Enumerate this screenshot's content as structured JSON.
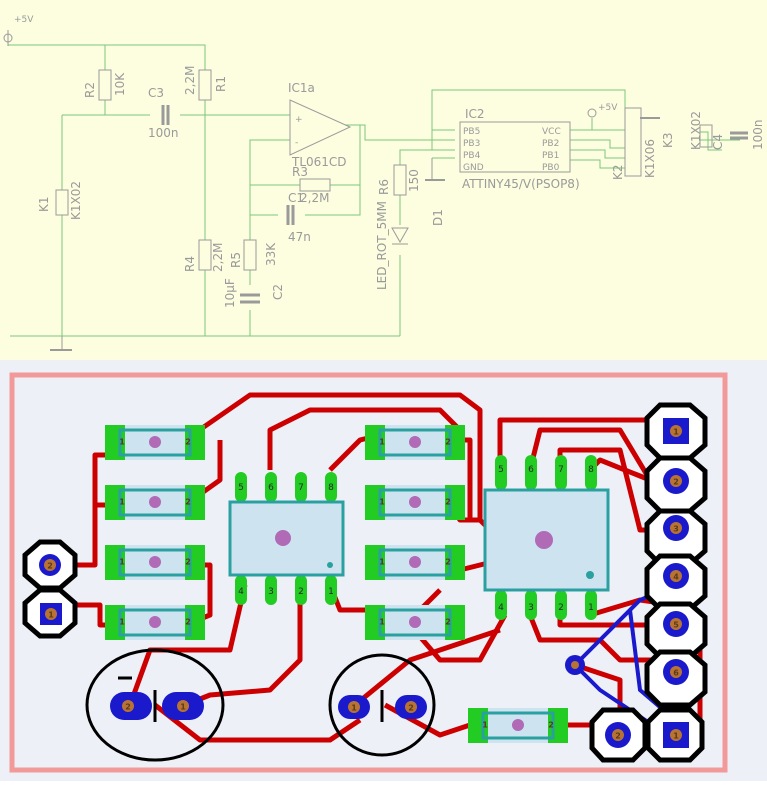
{
  "colors": {
    "schematic_bg": "#fdfde0",
    "wire": "#7ac77a",
    "part": "#9a9a9a",
    "pcb_bg": "#eef0f7",
    "board_outline": "#f29a9a",
    "trace_top": "#cc0000",
    "trace_bottom": "#1a1acc",
    "smd_pad": "#22cc22",
    "silk": "#2aa0a0",
    "pad_copper": "#b87333"
  },
  "schematic": {
    "supply": "+5V",
    "r2": {
      "name": "R2",
      "value": "10K"
    },
    "c3": {
      "name": "C3",
      "value": "100n"
    },
    "r1": {
      "name": "R1",
      "value": "2,2M"
    },
    "ic1": {
      "name": "IC1a",
      "part": "TL061CD"
    },
    "k1": {
      "name": "K1",
      "value": "K1X02"
    },
    "r3": {
      "name": "R3",
      "value": "2,2M"
    },
    "c1": {
      "name": "C1",
      "value": "47n"
    },
    "r4": {
      "name": "R4",
      "value": "2,2M"
    },
    "r5": {
      "name": "R5",
      "value": "33K"
    },
    "c2": {
      "name": "C2",
      "value": "10µF"
    },
    "r6": {
      "name": "R6",
      "value": "150"
    },
    "d1": {
      "name": "D1",
      "value": "LED_ROT_5MM"
    },
    "ic2": {
      "name": "IC2",
      "part": "ATTINY45/V(PSOP8)",
      "pins_left": [
        "PB5",
        "PB3",
        "PB4",
        "GND"
      ],
      "pins_right": [
        "VCC",
        "PB2",
        "PB1",
        "PB0"
      ]
    },
    "k2": {
      "name": "K2",
      "value": "K1X06"
    },
    "k3": {
      "name": "K3",
      "value": "K1X02"
    },
    "c4": {
      "name": "C4",
      "value": "100n"
    }
  },
  "pcb": {
    "chip_pins": [
      "1",
      "2",
      "3",
      "4",
      "5",
      "6",
      "7",
      "8"
    ],
    "header_pins": [
      "1",
      "2",
      "3",
      "4",
      "5",
      "6"
    ],
    "pad_numbers": [
      "1",
      "2"
    ]
  }
}
